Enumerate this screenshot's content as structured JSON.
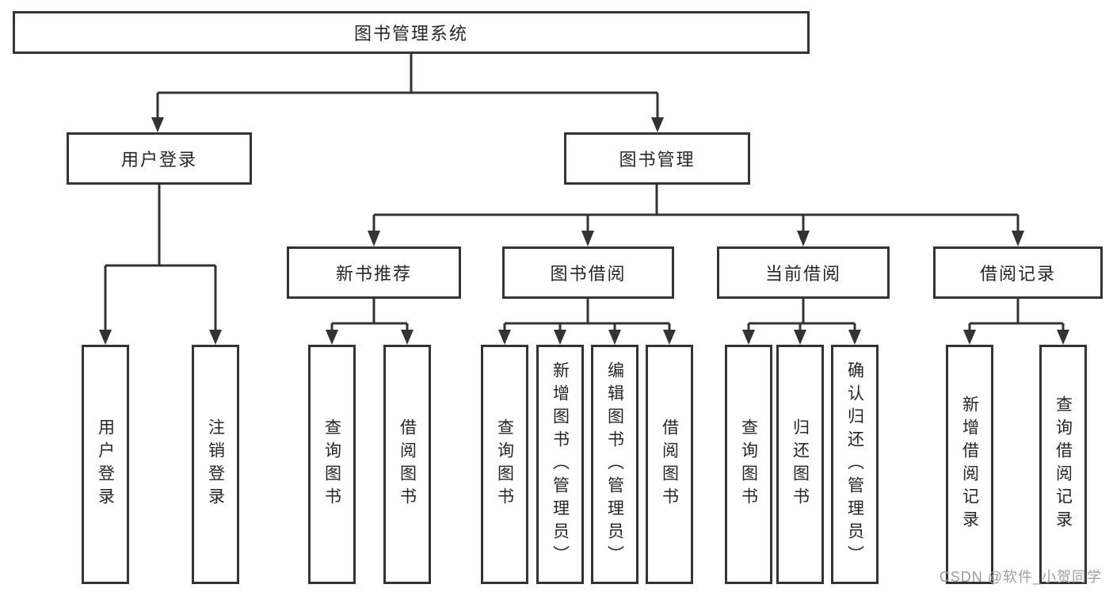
{
  "colors": {
    "line": "#333333",
    "box_border": "#333333",
    "text": "#262626",
    "background": "#ffffff",
    "watermark": "#9d9d9d"
  },
  "watermark": {
    "text": "CSDN @软件_小贺同学"
  },
  "tree": {
    "label": "图书管理系统",
    "children": [
      {
        "label": "用户登录",
        "children": [
          {
            "label": "用户登录"
          },
          {
            "label": "注销登录"
          }
        ]
      },
      {
        "label": "图书管理",
        "children": [
          {
            "label": "新书推荐",
            "children": [
              {
                "label": "查询图书"
              },
              {
                "label": "借阅图书"
              }
            ]
          },
          {
            "label": "图书借阅",
            "children": [
              {
                "label": "查询图书"
              },
              {
                "label": "新增图书（管理员）"
              },
              {
                "label": "编辑图书（管理员）"
              },
              {
                "label": "借阅图书"
              }
            ]
          },
          {
            "label": "当前借阅",
            "children": [
              {
                "label": "查询图书"
              },
              {
                "label": "归还图书"
              },
              {
                "label": "确认归还（管理员）"
              }
            ]
          },
          {
            "label": "借阅记录",
            "children": [
              {
                "label": "新增借阅记录"
              },
              {
                "label": "查询借阅记录"
              }
            ]
          }
        ]
      }
    ]
  }
}
